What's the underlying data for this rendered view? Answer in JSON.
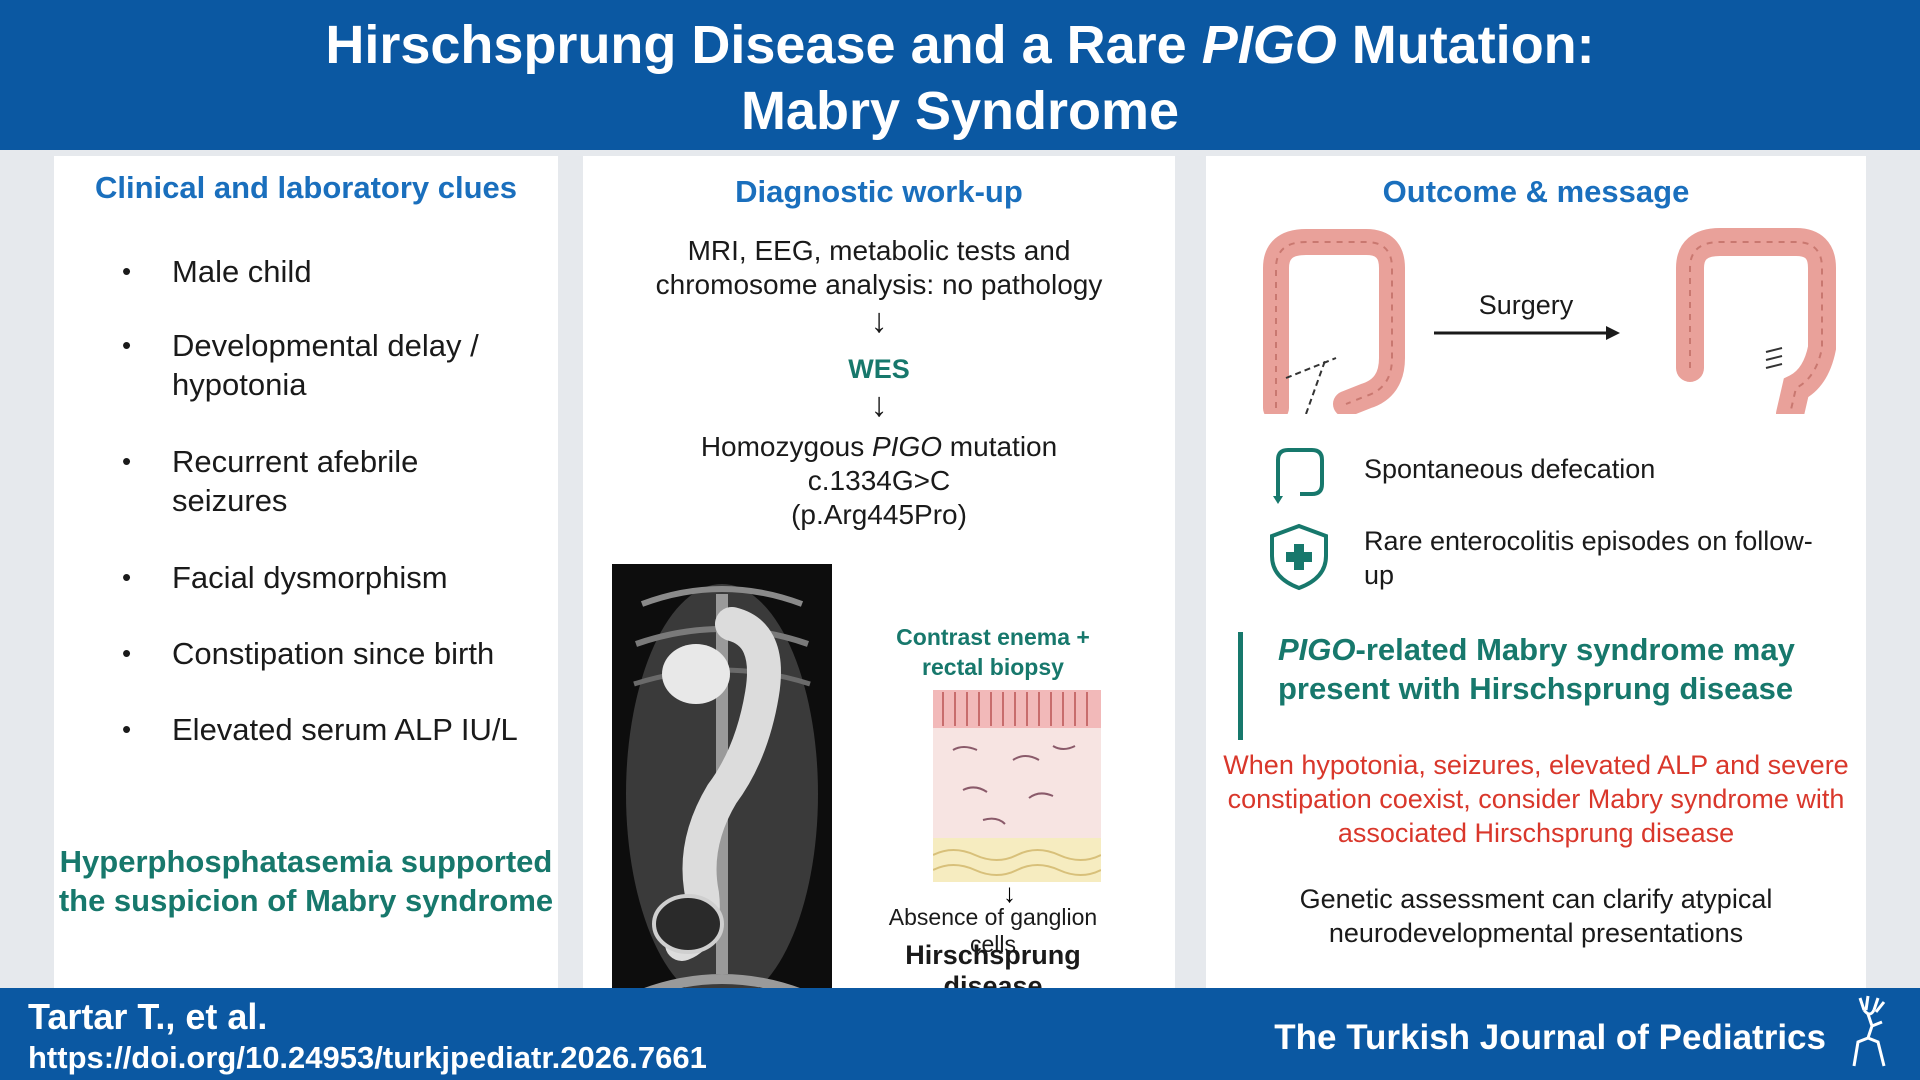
{
  "header": {
    "title_line1_a": "Hirschsprung Disease and a Rare ",
    "title_line1_italic": "PIGO",
    "title_line1_b": " Mutation:",
    "title_line2": "Mabry Syndrome"
  },
  "panel1": {
    "title": "Clinical and laboratory clues",
    "bullet": "•",
    "items": [
      "Male child",
      "Developmental delay / hypotonia",
      "Recurrent afebrile seizures",
      "Facial dysmorphism",
      "Constipation since birth",
      "Elevated serum ALP IU/L"
    ],
    "note": "Hyperphosphatasemia supported the suspicion of Mabry syndrome"
  },
  "panel2": {
    "title": "Diagnostic work-up",
    "step1": "MRI, EEG, metabolic tests and chromosome analysis: no pathology",
    "arrow": "↓",
    "step2": "WES",
    "step3_a": "Homozygous ",
    "step3_italic": "PIGO",
    "step3_b": " mutation",
    "step3_line2": "c.1334G>C",
    "step3_line3": "(p.Arg445Pro)",
    "contrast_label": "Contrast enema + rectal biopsy",
    "absence": "Absence of ganglion cells",
    "conclusion": "Hirschsprung disease"
  },
  "panel3": {
    "title": "Outcome & message",
    "surgery": "Surgery",
    "outcome1": "Spontaneous defecation",
    "outcome2": "Rare enterocolitis episodes on follow-up",
    "message_italic": "PIGO",
    "message_rest": "-related Mabry syndrome may present with Hirschsprung disease",
    "warning": "When hypotonia, seizures, elevated ALP and severe constipation coexist, consider Mabry syndrome with associated Hirschsprung disease",
    "genetic": "Genetic assessment can clarify atypical neurodevelopmental presentations"
  },
  "footer": {
    "authors": "Tartar T., et al.",
    "doi": "https://doi.org/10.24953/turkjpediatr.2026.7661",
    "journal": "The Turkish Journal of Pediatrics"
  },
  "colors": {
    "brand_blue": "#0b58a2",
    "title_blue": "#1a6fbd",
    "teal": "#17786c",
    "warning_red": "#d9372b"
  },
  "icons": [
    "colon-icon",
    "shield-plus-icon",
    "deer-logo-icon"
  ]
}
